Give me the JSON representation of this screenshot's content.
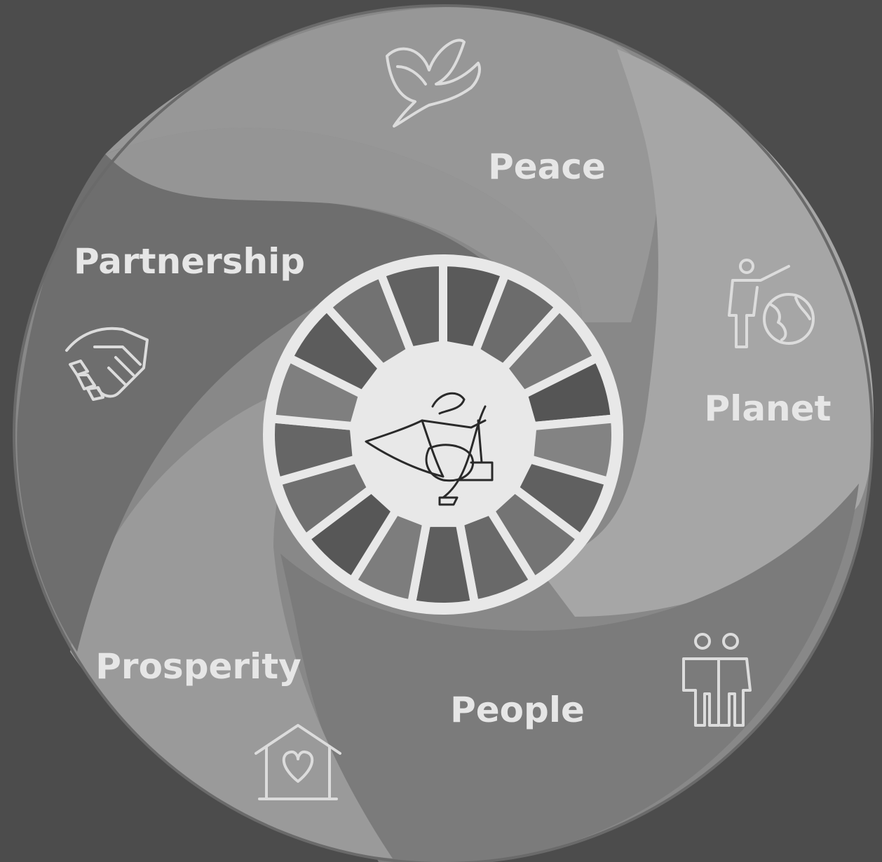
{
  "segments": [
    {
      "id": "peace",
      "label": "Peace",
      "icon": "dove-icon"
    },
    {
      "id": "planet",
      "label": "Planet",
      "icon": "person-globe-icon"
    },
    {
      "id": "people",
      "label": "People",
      "icon": "two-people-icon"
    },
    {
      "id": "prosperity",
      "label": "Prosperity",
      "icon": "house-heart-icon"
    },
    {
      "id": "partnership",
      "label": "Partnership",
      "icon": "handshake-icon"
    }
  ],
  "center": {
    "icon": "seamstress-sewing-icon"
  },
  "wheel": {
    "spokes": 17
  },
  "colors": {
    "background": "#4c4c4c",
    "circle": "#8a8a8a",
    "peace": "#8f8f8f",
    "planet": "#a3a3a3",
    "people": "#7e7e7e",
    "prosperity": "#999999",
    "partnership": "#6f6f6f",
    "label": "#e6e6e6",
    "wheel": "#e8e8e8"
  }
}
